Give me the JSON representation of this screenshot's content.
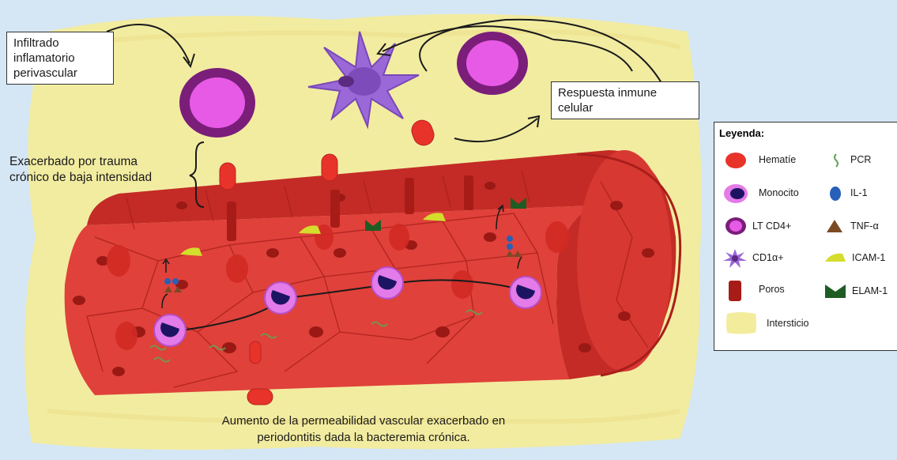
{
  "labels": {
    "infiltrado": [
      "Infiltrado",
      "inflamatorio",
      "perivascular"
    ],
    "respuesta": [
      "Respuesta inmune",
      "celular"
    ],
    "exacerbado": [
      "Exacerbado por trauma",
      "crónico de baja intensidad"
    ],
    "caption": [
      "Aumento de la permeabilidad vascular exacerbado en",
      "periodontitis dada la bacteremia crónica."
    ]
  },
  "legend": {
    "title": "Leyenda:",
    "items": [
      {
        "label": "Hematíe",
        "icon": "rbc-icon"
      },
      {
        "label": "PCR",
        "icon": "pcr-icon"
      },
      {
        "label": "Monocito",
        "icon": "monocyte-icon"
      },
      {
        "label": "IL-1",
        "icon": "il1-icon"
      },
      {
        "label": "LT CD4+",
        "icon": "lt-cd4-icon"
      },
      {
        "label": "TNF-α",
        "icon": "tnf-icon"
      },
      {
        "label": "CD1α+",
        "icon": "cd1a-icon"
      },
      {
        "label": "ICAM-1",
        "icon": "icam1-icon"
      },
      {
        "label": "Poros",
        "icon": "pore-icon"
      },
      {
        "label": "ELAM-1",
        "icon": "elam1-icon"
      },
      {
        "label": "Intersticio",
        "icon": "intersticio-icon"
      }
    ]
  },
  "colors": {
    "background": "#d5e6f4",
    "interstitium": "#f3ec9c",
    "vessel": "#e0413a",
    "vessel_dark": "#b6231f",
    "rbc": "#e8332a",
    "monocyte_ring": "#e37be8",
    "monocyte_nucleus": "#1c1463",
    "lt_cd4_outer": "#7a1e7a",
    "lt_cd4_inner": "#e75ae6",
    "cd1a": "#9b68d8",
    "il1": "#2760b8",
    "tnf": "#7a4a25",
    "icam1": "#d4dc2c",
    "elam1": "#1f5c24",
    "pcr": "#62a356"
  }
}
